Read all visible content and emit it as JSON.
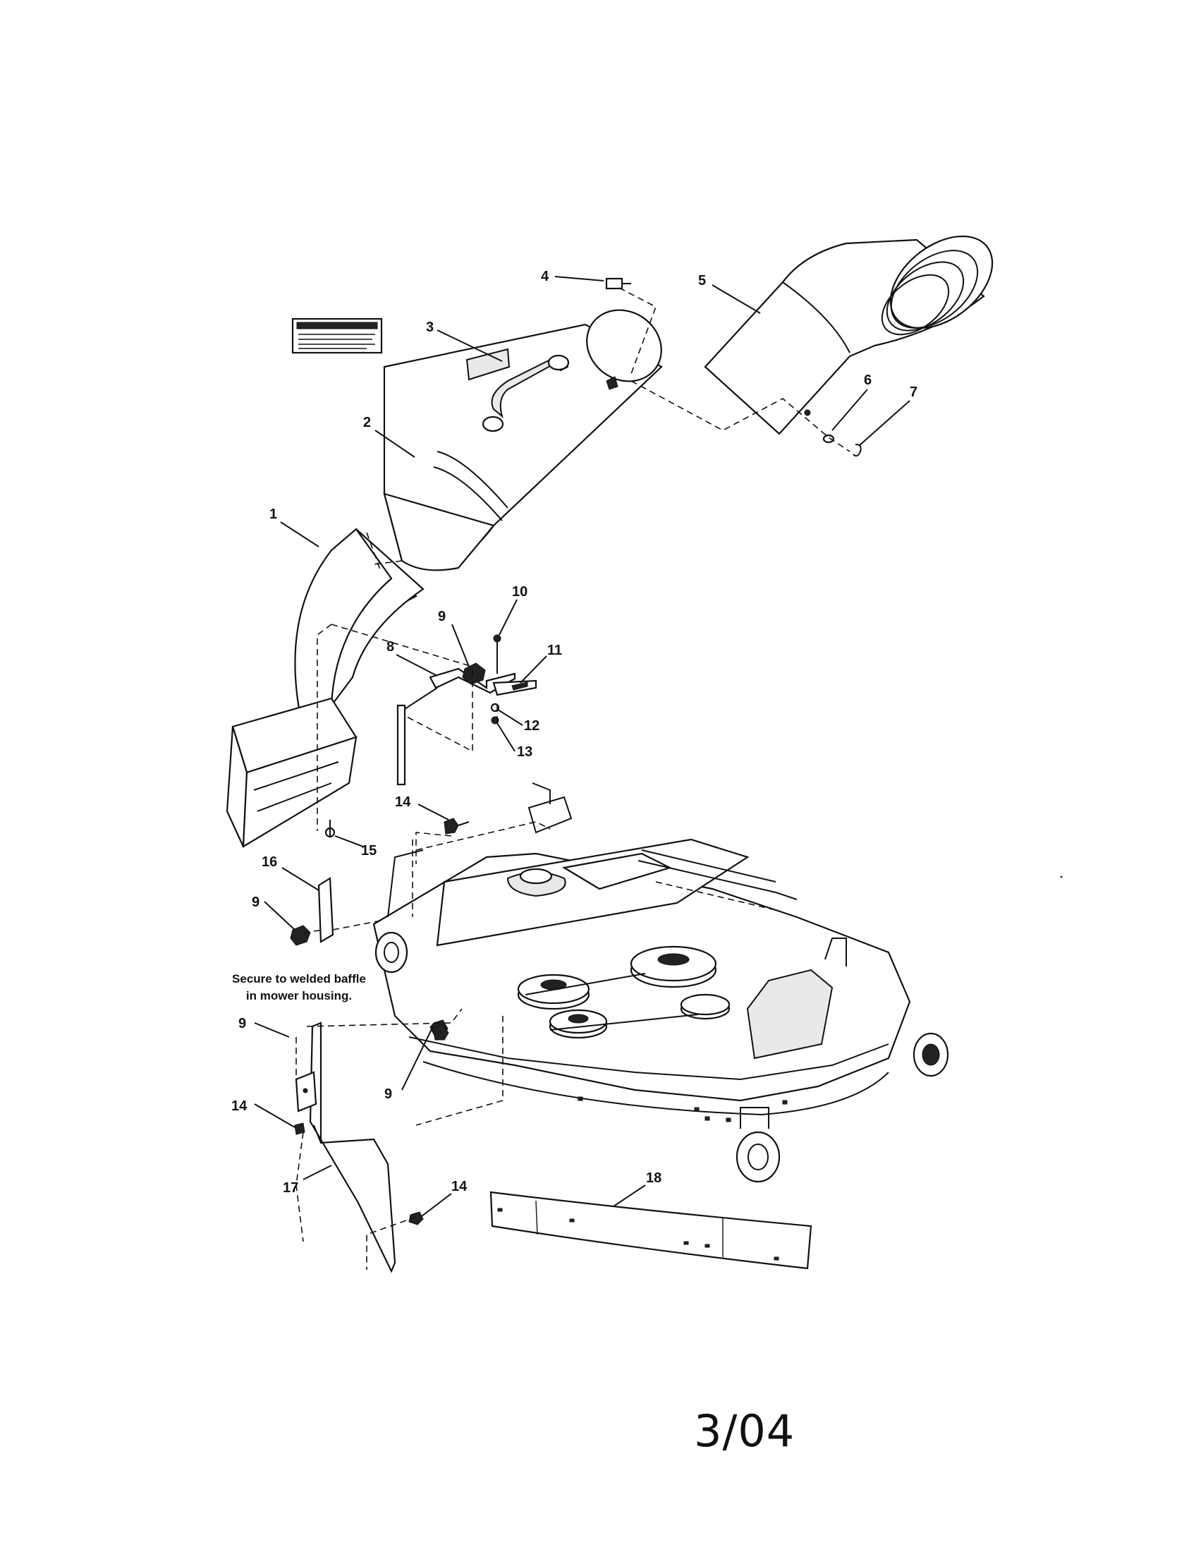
{
  "callouts": {
    "c1": "1",
    "c2": "2",
    "c3": "3",
    "c4": "4",
    "c5": "5",
    "c6": "6",
    "c7": "7",
    "c8": "8",
    "c9a": "9",
    "c9b": "9",
    "c9c": "9",
    "c9d": "9",
    "c10": "10",
    "c11": "11",
    "c12": "12",
    "c13": "13",
    "c14a": "14",
    "c14b": "14",
    "c14c": "14",
    "c15": "15",
    "c16": "16",
    "c17": "17",
    "c18": "18"
  },
  "note": {
    "line1": "Secure to welded baffle",
    "line2": "in mower housing."
  },
  "footer": {
    "date": "3/04"
  }
}
